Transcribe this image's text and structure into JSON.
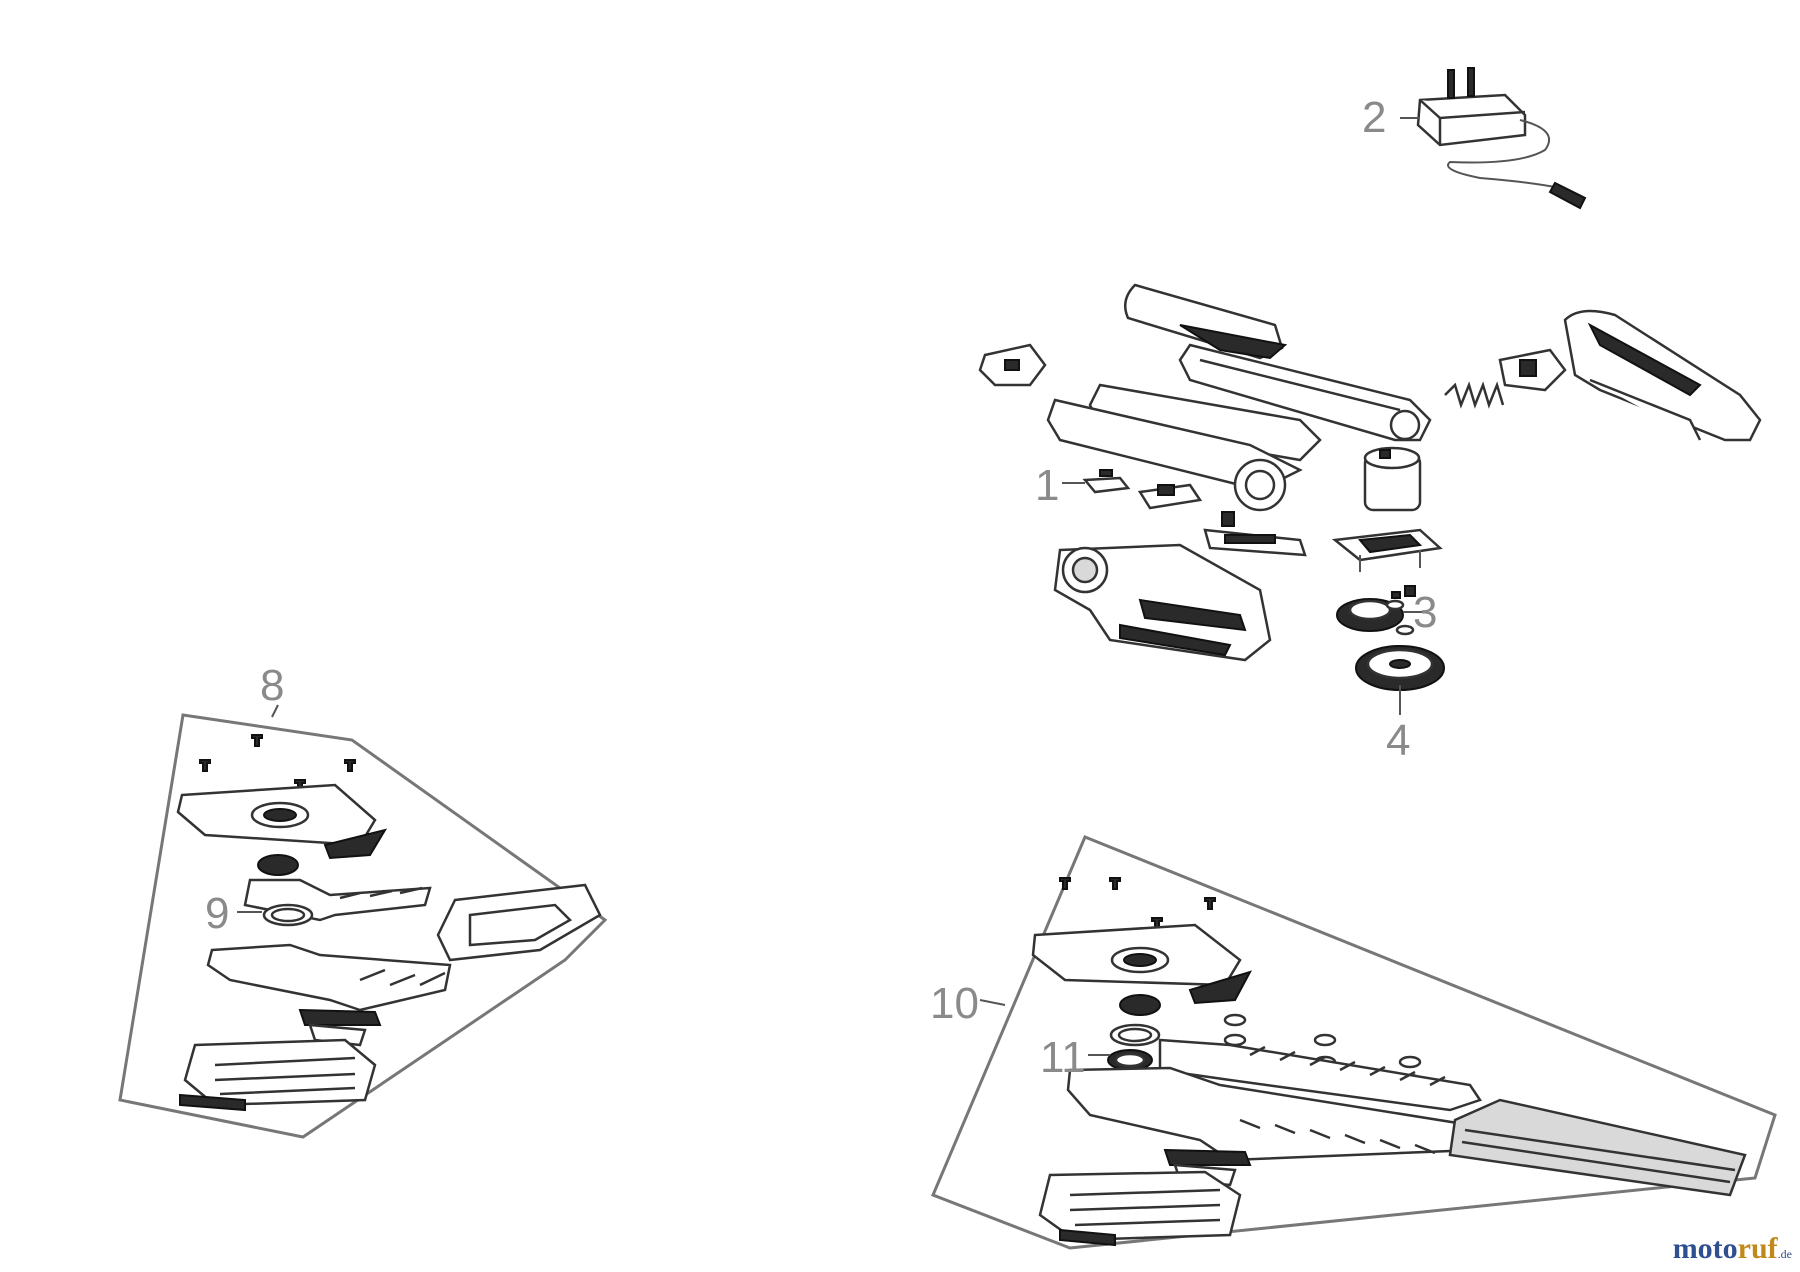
{
  "callouts": {
    "c1": "1",
    "c2": "2",
    "c3": "3",
    "c4": "4",
    "c8": "8",
    "c9": "9",
    "c10": "10",
    "c11": "11"
  },
  "watermark": {
    "brand_a": "moto",
    "brand_b": "ruf",
    "tld": ".de"
  },
  "colors": {
    "callout": "#8a8a8a",
    "watermark_blue": "#2f4f8f",
    "watermark_gold": "#c08a1a"
  }
}
